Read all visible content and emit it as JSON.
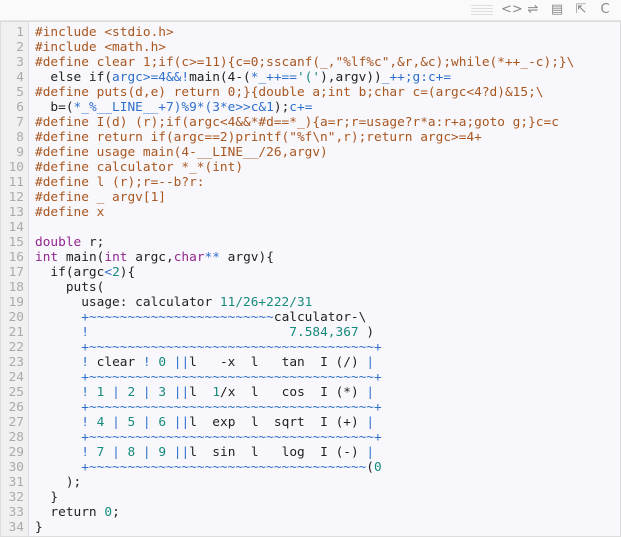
{
  "toolbar": {
    "icons": [
      "lines-icon",
      "code-icon",
      "wrap-icon",
      "copy-icon",
      "popup-icon",
      "c-icon"
    ],
    "c_label": "C",
    "code_label": "<>",
    "wrap_label": "⇌",
    "copy_label": "▤",
    "popup_label": "⇱"
  },
  "colors": {
    "preprocessor": "#a9561f",
    "keyword": "#93268f",
    "number": "#178a7c",
    "operator": "#2f6fcc"
  },
  "lines": [
    [
      [
        "#include <stdio.h>",
        "pp"
      ]
    ],
    [
      [
        "#include <math.h>",
        "pp"
      ]
    ],
    [
      [
        "#define clear 1;if(c>=11){c=0;sscanf(_,\"%lf%c\",&r,&c);while(*++_-c);}\\",
        "pp"
      ]
    ],
    [
      [
        "  else if(",
        "d"
      ],
      [
        "argc>=4&&!",
        "op"
      ],
      [
        "main(4-(",
        "d"
      ],
      [
        "*_++==",
        "op"
      ],
      [
        "'('",
        "num"
      ],
      [
        "),argv))",
        "d"
      ],
      [
        "_++;g:c+=",
        "op"
      ]
    ],
    [
      [
        "#define puts(d,e) return 0;}{double a;int b;char c=(argc<4?d)&15;\\",
        "pp"
      ]
    ],
    [
      [
        "  b=(",
        "d"
      ],
      [
        "*_%__LINE__+7)%9*(3*e>>c&1",
        "op"
      ],
      [
        ");",
        "d"
      ],
      [
        "c+=",
        "op"
      ]
    ],
    [
      [
        "#define I(d) (r);if(argc<4&&*#d==*_){a=r;r=usage?r*a:r+a;goto g;}c=c",
        "pp"
      ]
    ],
    [
      [
        "#define return if(argc==2)printf(\"%f\\n\",r);return argc>=4+",
        "pp"
      ]
    ],
    [
      [
        "#define usage main(4-__LINE__/26,argv)",
        "pp"
      ]
    ],
    [
      [
        "#define calculator *_*(int)",
        "pp"
      ]
    ],
    [
      [
        "#define l (r);r=--b?r:",
        "pp"
      ]
    ],
    [
      [
        "#define _ argv[1]",
        "pp"
      ]
    ],
    [
      [
        "#define x",
        "pp"
      ]
    ],
    [],
    [
      [
        "double",
        "kw"
      ],
      [
        " r;",
        "d"
      ]
    ],
    [
      [
        "int",
        "kw"
      ],
      [
        " main(",
        "d"
      ],
      [
        "int",
        "kw"
      ],
      [
        " argc,",
        "d"
      ],
      [
        "char",
        "kw"
      ],
      [
        "**",
        "op"
      ],
      [
        " argv){",
        "d"
      ]
    ],
    [
      [
        "  if(argc",
        "d"
      ],
      [
        "<",
        "op"
      ],
      [
        "2",
        "num"
      ],
      [
        "){",
        "d"
      ]
    ],
    [
      [
        "    puts(",
        "d"
      ]
    ],
    [
      [
        "      usage: calculator ",
        "d"
      ],
      [
        "11/26+222/31",
        "num"
      ]
    ],
    [
      [
        "      ",
        "d"
      ],
      [
        "+~~~~~~~~~~~~~~~~~~~~~~~~",
        "op"
      ],
      [
        "calculator-\\",
        "d"
      ]
    ],
    [
      [
        "      ",
        "d"
      ],
      [
        "!",
        "op"
      ],
      [
        "                          ",
        "d"
      ],
      [
        "7.584,367",
        "num"
      ],
      [
        " )",
        "d"
      ]
    ],
    [
      [
        "      ",
        "d"
      ],
      [
        "+~~~~~~~~~~~~~~~~~~~~~~~~~~~~~~~~~~~~~+",
        "op"
      ]
    ],
    [
      [
        "      ",
        "d"
      ],
      [
        "!",
        "op"
      ],
      [
        " clear ",
        "d"
      ],
      [
        "!",
        "op"
      ],
      [
        " 0 ",
        "num"
      ],
      [
        "||",
        "op"
      ],
      [
        "l   -x  l   tan  I (/) ",
        "d"
      ],
      [
        "|",
        "op"
      ]
    ],
    [
      [
        "      ",
        "d"
      ],
      [
        "+~~~~~~~~~~~~~~~~~~~~~~~~~~~~~~~~~~~~~+",
        "op"
      ]
    ],
    [
      [
        "      ",
        "d"
      ],
      [
        "!",
        "op"
      ],
      [
        " 1 ",
        "num"
      ],
      [
        "|",
        "op"
      ],
      [
        " 2 ",
        "num"
      ],
      [
        "|",
        "op"
      ],
      [
        " 3 ",
        "num"
      ],
      [
        "||",
        "op"
      ],
      [
        "l  ",
        "d"
      ],
      [
        "1",
        "num"
      ],
      [
        "/x  l   cos  I (*) ",
        "d"
      ],
      [
        "|",
        "op"
      ]
    ],
    [
      [
        "      ",
        "d"
      ],
      [
        "+~~~~~~~~~~~~~~~~~~~~~~~~~~~~~~~~~~~~~+",
        "op"
      ]
    ],
    [
      [
        "      ",
        "d"
      ],
      [
        "!",
        "op"
      ],
      [
        " 4 ",
        "num"
      ],
      [
        "|",
        "op"
      ],
      [
        " 5 ",
        "num"
      ],
      [
        "|",
        "op"
      ],
      [
        " 6 ",
        "num"
      ],
      [
        "||",
        "op"
      ],
      [
        "l  exp  l  sqrt  I (+) ",
        "d"
      ],
      [
        "|",
        "op"
      ]
    ],
    [
      [
        "      ",
        "d"
      ],
      [
        "+~~~~~~~~~~~~~~~~~~~~~~~~~~~~~~~~~~~~~+",
        "op"
      ]
    ],
    [
      [
        "      ",
        "d"
      ],
      [
        "!",
        "op"
      ],
      [
        " 7 ",
        "num"
      ],
      [
        "|",
        "op"
      ],
      [
        " 8 ",
        "num"
      ],
      [
        "|",
        "op"
      ],
      [
        " 9 ",
        "num"
      ],
      [
        "||",
        "op"
      ],
      [
        "l  sin  l   log  I (-) ",
        "d"
      ],
      [
        "|",
        "op"
      ]
    ],
    [
      [
        "      ",
        "d"
      ],
      [
        "+~~~~~~~~~~~~~~~~~~~~~~~~~~~~~~~~~~~~",
        "op"
      ],
      [
        "(",
        "d"
      ],
      [
        "0",
        "num"
      ]
    ],
    [
      [
        "    );",
        "d"
      ]
    ],
    [
      [
        "  }",
        "d"
      ]
    ],
    [
      [
        "  return ",
        "d"
      ],
      [
        "0",
        "num"
      ],
      [
        ";",
        "d"
      ]
    ],
    [
      [
        "}",
        "d"
      ]
    ]
  ]
}
